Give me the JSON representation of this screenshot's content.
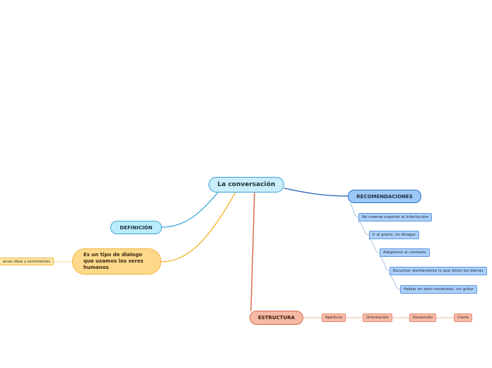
{
  "central": "La conversación",
  "definicion": {
    "label": "DEFINICIÓN",
    "detail": "Es un tipo de dialogo que usamos los seres humanos",
    "subdetail": "amos ideas y sentimientos"
  },
  "recomendaciones": {
    "label": "RECOMENDACIONES",
    "items": [
      "No creerse superior al interlocutor",
      "Ir al grano, no divagar",
      "Adaptarse al contexto",
      "Escuchar atentamente lo que dicen  los demás",
      "Hablar en tono moderado, sin gritar"
    ]
  },
  "estructura": {
    "label": "ESTRUCTURA",
    "items": [
      "Apertura",
      "Orientación",
      "Desarrollo",
      "Cierre"
    ]
  },
  "colors": {
    "definicion": "#3aa6d6",
    "dialogo": "#f5b22e",
    "recomendaciones": "#1f5fb4",
    "estructura": "#d8573a"
  }
}
